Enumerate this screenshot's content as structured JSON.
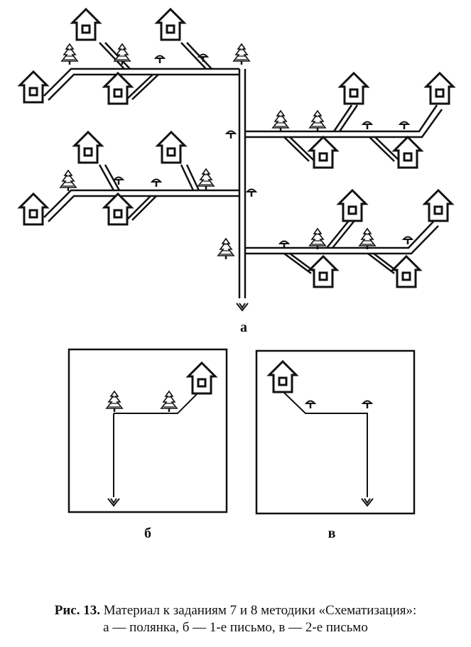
{
  "labels": {
    "a": "а",
    "b": "б",
    "c": "в"
  },
  "caption": {
    "fig_no": "Рис. 13.",
    "line1": "Материал к заданиям 7 и 8 методики «Схематизация»:",
    "line2": "а — полянка, б — 1-е письмо, в — 2-е письмо"
  }
}
